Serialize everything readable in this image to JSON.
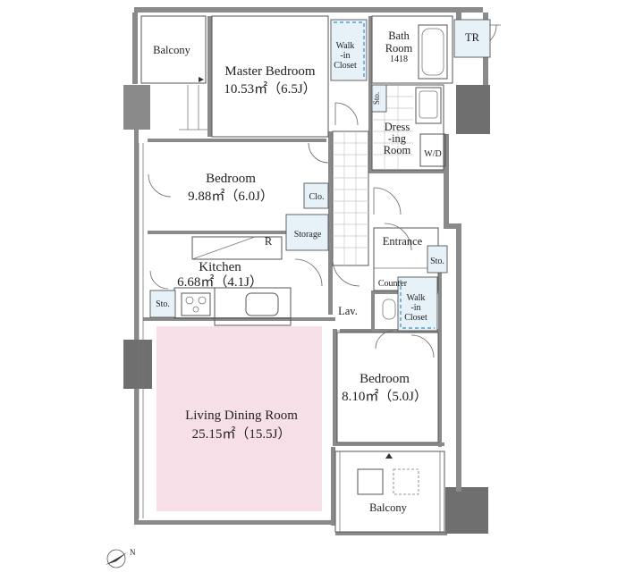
{
  "colors": {
    "living_highlight": "#f7dfe7",
    "closet_fill": "#e6f1f8",
    "wall": "#8a8a8a",
    "closet_dash": "#3a8ec0"
  },
  "rooms": {
    "balcony_top": "Balcony",
    "master_bedroom": {
      "name": "Master Bedroom",
      "area": "10.53㎡（6.5J）"
    },
    "walk_in_closet_top": [
      "Walk",
      "-in",
      "Closet"
    ],
    "bath_room": [
      "Bath",
      "Room",
      "1418"
    ],
    "tr": "TR",
    "sto_bath": "Sto.",
    "dressing_room": [
      "Dress",
      "-ing",
      "Room"
    ],
    "wd": "W/D",
    "bedroom_1": {
      "name": "Bedroom",
      "area": "9.88㎡（6.0J）"
    },
    "clo": "Clo.",
    "storage": "Storage",
    "r": "R",
    "kitchen": {
      "name": "Kitchen",
      "area": "6.68㎡（4.1J）"
    },
    "sto_kitchen": "Sto.",
    "entrance": "Entrance",
    "sto_entrance": "Sto.",
    "counter": "Counter",
    "lav": "Lav.",
    "walk_in_closet_bottom": [
      "Walk",
      "-in",
      "Closet"
    ],
    "bedroom_2": {
      "name": "Bedroom",
      "area": "8.10㎡（5.0J）"
    },
    "living_dining": {
      "name": "Living Dining Room",
      "area": "25.15㎡（15.5J）"
    },
    "balcony_bottom": "Balcony"
  },
  "compass": {
    "label": "N",
    "icon": "north-arrow-icon"
  }
}
